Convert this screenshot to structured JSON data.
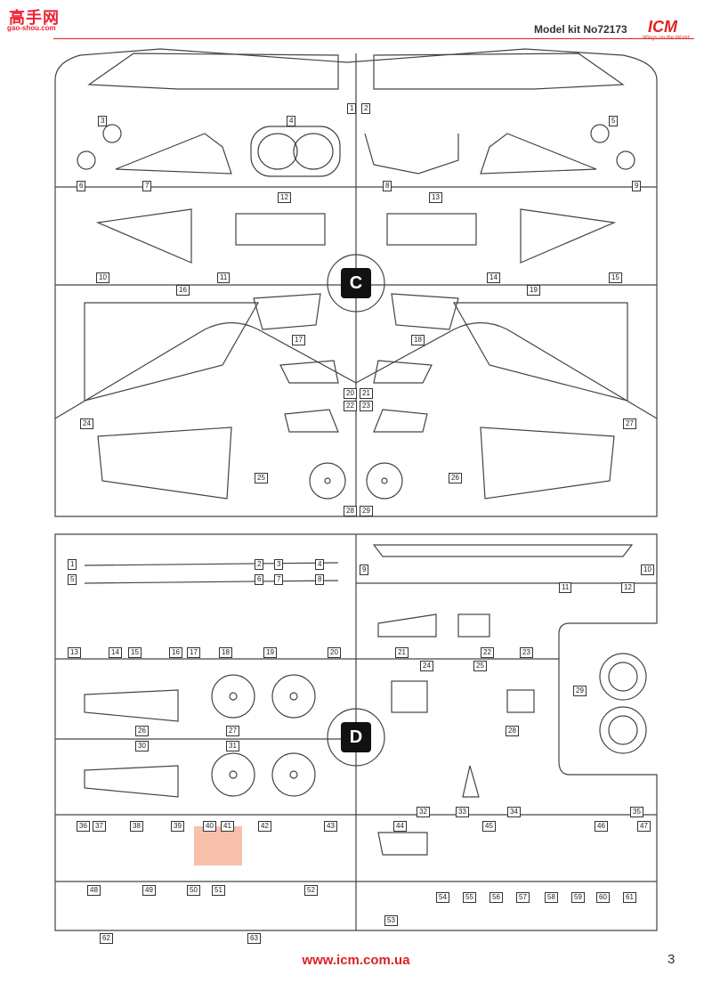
{
  "header": {
    "watermark_top": "高手网",
    "watermark_sub": "gao-shou.com",
    "kit_number": "Model kit No72173",
    "brand": "ICM",
    "brand_tagline": "Wings on the World"
  },
  "sprues": [
    {
      "letter": "C"
    },
    {
      "letter": "D"
    }
  ],
  "sprue_c_parts": [
    "1",
    "2",
    "3",
    "4",
    "5",
    "6",
    "7",
    "8",
    "9",
    "10",
    "11",
    "12",
    "13",
    "14",
    "15",
    "16",
    "17",
    "18",
    "19",
    "20",
    "21",
    "22",
    "23",
    "24",
    "25",
    "26",
    "27",
    "28",
    "29"
  ],
  "sprue_d_parts": [
    "1",
    "2",
    "3",
    "4",
    "5",
    "6",
    "7",
    "8",
    "9",
    "10",
    "11",
    "12",
    "13",
    "14",
    "15",
    "16",
    "17",
    "18",
    "19",
    "20",
    "21",
    "22",
    "23",
    "24",
    "25",
    "26",
    "27",
    "28",
    "29",
    "30",
    "31",
    "32",
    "33",
    "34",
    "35",
    "36",
    "37",
    "38",
    "39",
    "40",
    "41",
    "42",
    "43",
    "44",
    "45",
    "46",
    "47",
    "48",
    "49",
    "50",
    "51",
    "52",
    "53",
    "54",
    "55",
    "56",
    "57",
    "58",
    "59",
    "60",
    "61",
    "62",
    "63"
  ],
  "footer": {
    "url": "www.icm.com.ua",
    "page": "3"
  },
  "colors": {
    "accent": "#dd2222",
    "highlight": "#f08c64"
  }
}
